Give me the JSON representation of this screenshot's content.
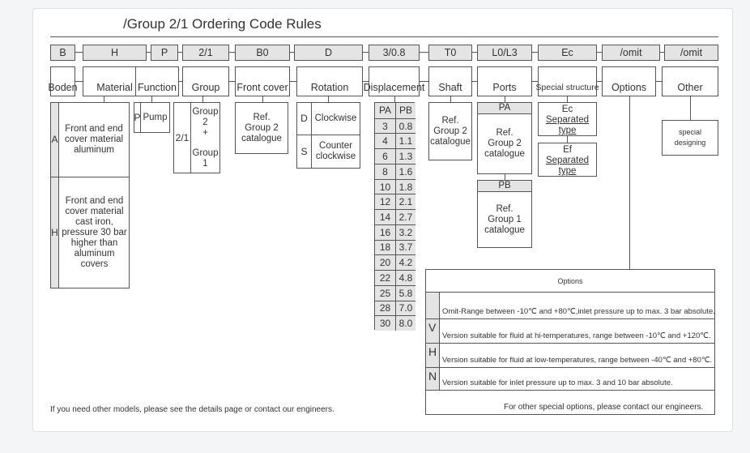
{
  "title": "/Group 2/1 Ordering Code Rules",
  "codes": [
    "B",
    "H",
    "P",
    "2/1",
    "B0",
    "D",
    "3/0.8",
    "T0",
    "L0/L3",
    "Ec",
    "/omit",
    "/omit"
  ],
  "labels": [
    "Boden",
    "Material",
    "Function",
    "Group",
    "Front cover",
    "Rotation",
    "Displacement",
    "Shaft",
    "Ports",
    "Special structure",
    "Options",
    "Other"
  ],
  "material": {
    "a_code": "A",
    "a_text": "Front and end cover material aluminum",
    "h_code": "H",
    "h_text": "Front and end cover material cast iron, pressure 30 bar higher than aluminum covers"
  },
  "function": {
    "code": "P",
    "text": "Pump"
  },
  "group": {
    "code": "2/1",
    "text1": "Group 2",
    "plus": "+",
    "text2": "Group 1"
  },
  "front_cover": {
    "text": "Ref. Group 2 catalogue"
  },
  "rotation": {
    "d_code": "D",
    "d_text": "Clockwise",
    "s_code": "S",
    "s_text": "Counter clockwise"
  },
  "displacement": {
    "headers": [
      "PA",
      "PB"
    ],
    "rows": [
      [
        "3",
        "0.8"
      ],
      [
        "4",
        "1.1"
      ],
      [
        "6",
        "1.3"
      ],
      [
        "8",
        "1.6"
      ],
      [
        "10",
        "1.8"
      ],
      [
        "12",
        "2.1"
      ],
      [
        "14",
        "2.7"
      ],
      [
        "16",
        "3.2"
      ],
      [
        "18",
        "3.7"
      ],
      [
        "20",
        "4.2"
      ],
      [
        "22",
        "4.8"
      ],
      [
        "25",
        "5.8"
      ],
      [
        "28",
        "7.0"
      ],
      [
        "30",
        "8.0"
      ]
    ]
  },
  "shaft": {
    "text": "Ref. Group 2 catalogue"
  },
  "ports": {
    "pa": "PA",
    "pa_text": "Ref. Group 2 catalogue",
    "pb": "PB",
    "pb_text": "Ref. Group 1 catalogue"
  },
  "special": {
    "ec": "Ec",
    "ec_text": "Separated type",
    "ef": "Ef",
    "ef_text": "Separated type"
  },
  "other": {
    "text": "special designing"
  },
  "options": {
    "title": "Options",
    "rows": [
      {
        "code": "",
        "text": "Omit-Range between -10℃ and +80℃,inlet pressure up to max. 3 bar absolute."
      },
      {
        "code": "V",
        "text": "Version suitable for fluid at hi-temperatures, range between -10℃ and +120℃."
      },
      {
        "code": "H",
        "text": "Version suitable for fluid at low-temperatures, range between -40℃ and +80℃."
      },
      {
        "code": "N",
        "text": "Version suitable for inlet pressure up to max. 3 and 10 bar absolute."
      }
    ],
    "footer": "For other special options, please contact our engineers."
  },
  "footer": "If you need other models, please see the details page or contact our engineers."
}
